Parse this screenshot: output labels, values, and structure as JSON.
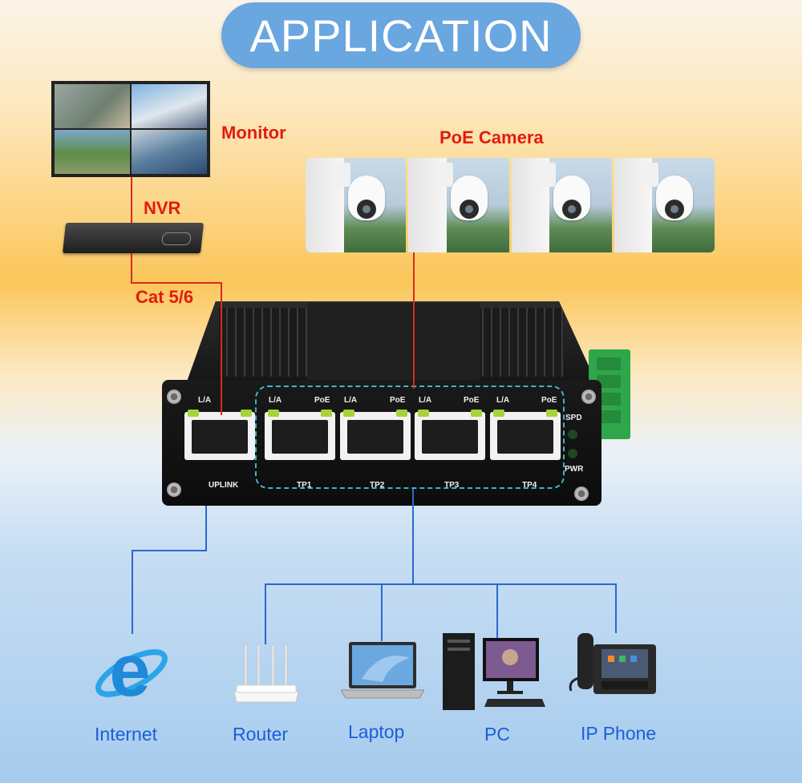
{
  "title": "APPLICATION",
  "labels": {
    "monitor": "Monitor",
    "nvr": "NVR",
    "cable": "Cat 5/6",
    "poe_camera": "PoE Camera"
  },
  "switch": {
    "uplink_led": "L/A",
    "uplink_label": "UPLINK",
    "ports": [
      {
        "la": "L/A",
        "poe": "PoE",
        "name": "TP1"
      },
      {
        "la": "L/A",
        "poe": "PoE",
        "name": "TP2"
      },
      {
        "la": "L/A",
        "poe": "PoE",
        "name": "TP3"
      },
      {
        "la": "L/A",
        "poe": "PoE",
        "name": "TP4"
      }
    ],
    "spd": "SPD",
    "pwr": "PWR"
  },
  "devices": {
    "internet": "Internet",
    "router": "Router",
    "laptop": "Laptop",
    "pc": "PC",
    "ip_phone": "IP Phone"
  },
  "colors": {
    "title_bg": "#6aa6df",
    "red_text": "#e21b0f",
    "blue_text": "#1b5fd8",
    "cable_red": "#d92a20",
    "cable_blue": "#2c67d1",
    "led_green": "#a6d33b",
    "terminal_green": "#2fa64a"
  }
}
